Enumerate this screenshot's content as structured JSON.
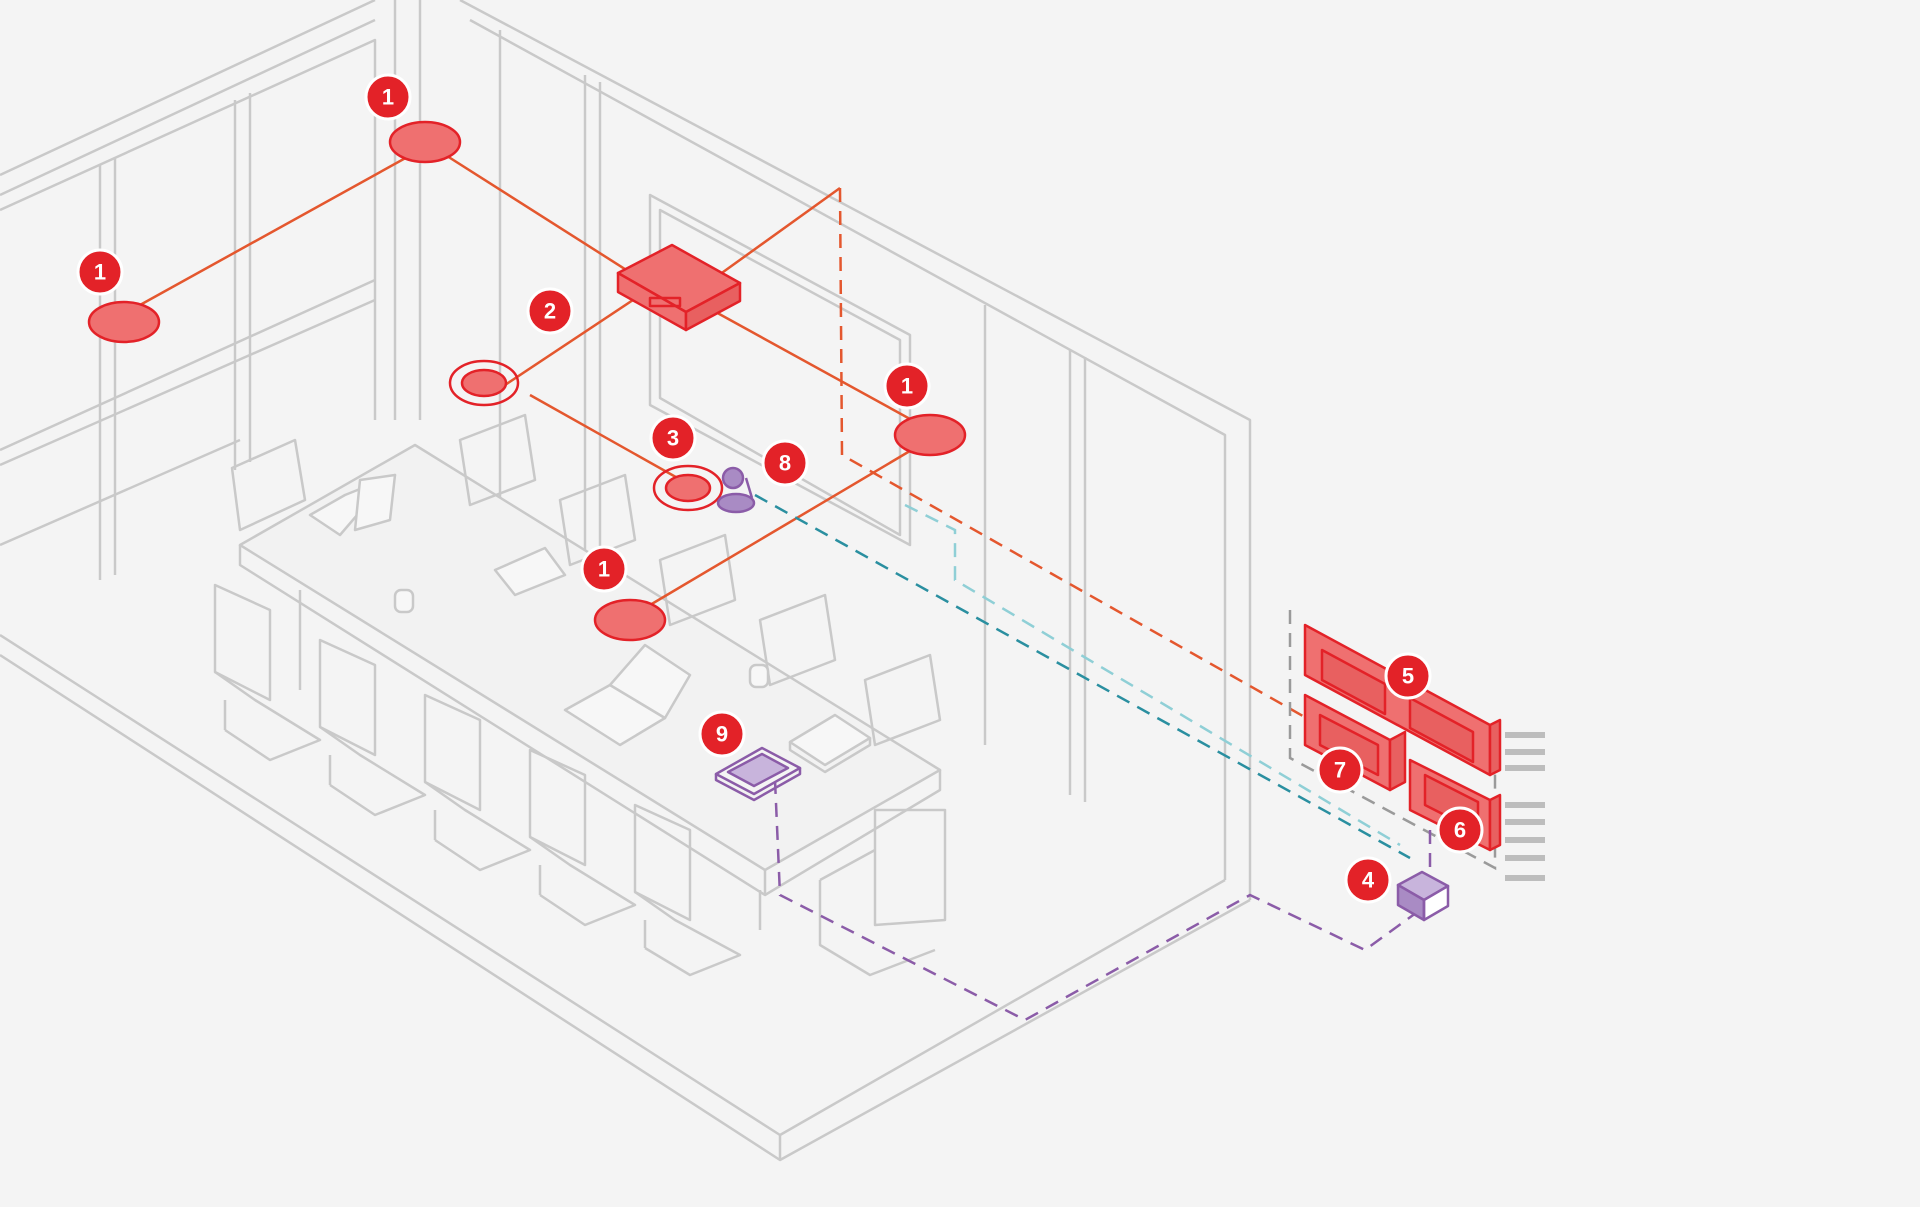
{
  "colors": {
    "background": "#f4f4f4",
    "outline": "#c9c9c9",
    "accent_red": "#e32228",
    "fill_red": "#ef7070",
    "cable_orange": "#e4572e",
    "cable_teal": "#2a8fa0",
    "cable_light_teal": "#8fcfd6",
    "cable_purple": "#8b5ca8",
    "device_purple": "#a98bc4"
  },
  "badges": [
    {
      "id": "ceiling-mic-top",
      "label": "1"
    },
    {
      "id": "ceiling-mic-left",
      "label": "1"
    },
    {
      "id": "ceiling-mic-right",
      "label": "1"
    },
    {
      "id": "ceiling-mic-table",
      "label": "1"
    },
    {
      "id": "table-mic-left",
      "label": "2"
    },
    {
      "id": "table-mic-center",
      "label": "3"
    },
    {
      "id": "rack-unit-top",
      "label": "5"
    },
    {
      "id": "rack-unit-right",
      "label": "6"
    },
    {
      "id": "rack-unit-left",
      "label": "7"
    },
    {
      "id": "network-switch",
      "label": "4"
    },
    {
      "id": "camera",
      "label": "8"
    },
    {
      "id": "touch-panel",
      "label": "9"
    }
  ]
}
